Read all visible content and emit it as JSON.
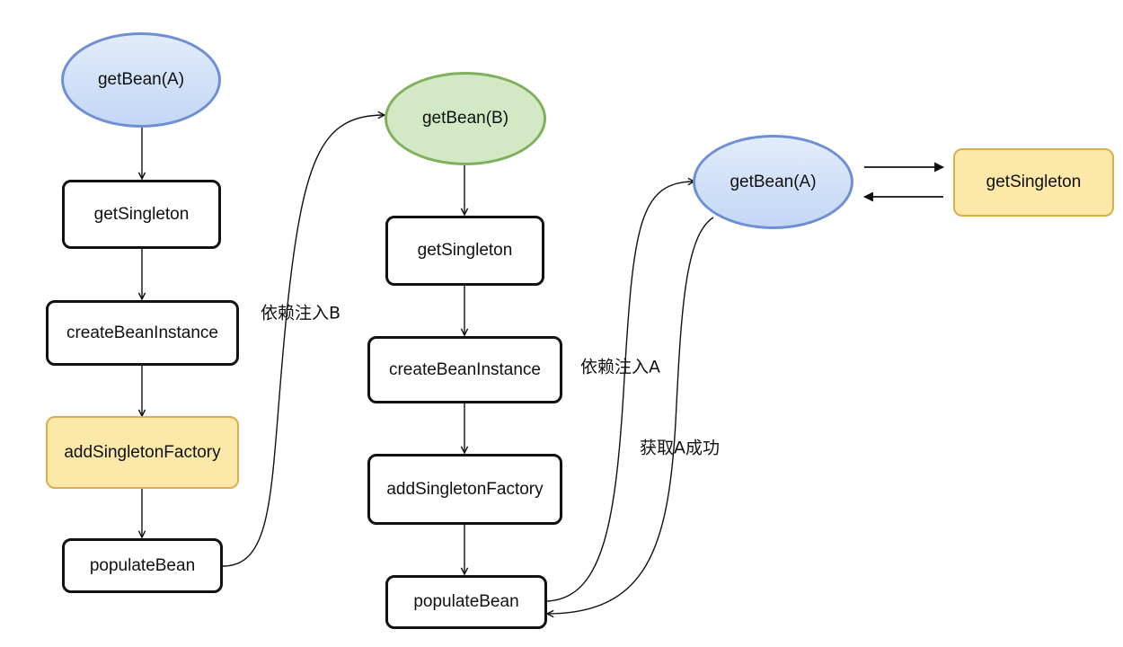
{
  "column1": {
    "start": "getBean(A)",
    "get_singleton": "getSingleton",
    "create_instance": "createBeanInstance",
    "add_factory": "addSingletonFactory",
    "populate": "populateBean"
  },
  "column2": {
    "start": "getBean(B)",
    "get_singleton": "getSingleton",
    "create_instance": "createBeanInstance",
    "add_factory": "addSingletonFactory",
    "populate": "populateBean"
  },
  "column3": {
    "start": "getBean(A)",
    "get_singleton": "getSingleton"
  },
  "edge_labels": {
    "inject_b": "依赖注入B",
    "inject_a": "依赖注入A",
    "get_a_success": "获取A成功"
  },
  "colors": {
    "blue_fill": "#c3d7f5",
    "blue_border": "#6f8fd4",
    "green_fill": "#d3e9c5",
    "green_border": "#7fb15c",
    "yellow_fill": "#fce8a8",
    "yellow_border": "#d9ae4c"
  }
}
